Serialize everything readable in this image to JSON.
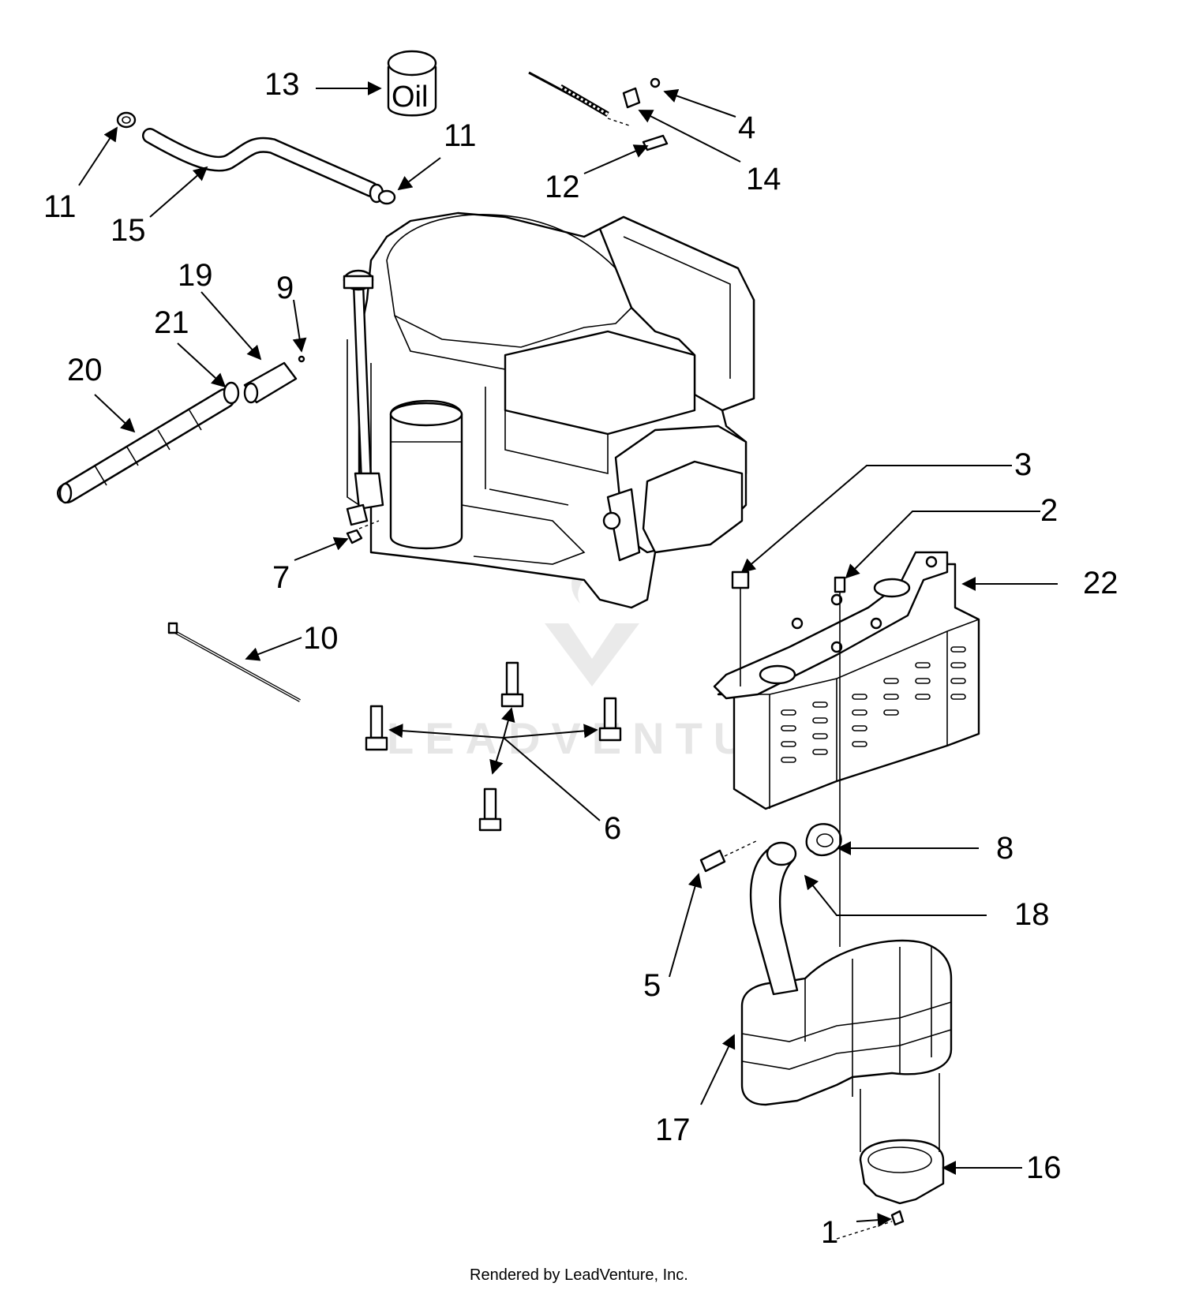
{
  "callouts": [
    {
      "id": "1",
      "label": "1"
    },
    {
      "id": "2",
      "label": "2"
    },
    {
      "id": "3",
      "label": "3"
    },
    {
      "id": "4",
      "label": "4"
    },
    {
      "id": "5",
      "label": "5"
    },
    {
      "id": "6",
      "label": "6"
    },
    {
      "id": "7",
      "label": "7"
    },
    {
      "id": "8",
      "label": "8"
    },
    {
      "id": "9",
      "label": "9"
    },
    {
      "id": "10",
      "label": "10"
    },
    {
      "id": "11a",
      "label": "11"
    },
    {
      "id": "11b",
      "label": "11"
    },
    {
      "id": "12",
      "label": "12"
    },
    {
      "id": "13",
      "label": "13"
    },
    {
      "id": "14",
      "label": "14"
    },
    {
      "id": "15",
      "label": "15"
    },
    {
      "id": "16",
      "label": "16"
    },
    {
      "id": "17",
      "label": "17"
    },
    {
      "id": "18",
      "label": "18"
    },
    {
      "id": "19",
      "label": "19"
    },
    {
      "id": "20",
      "label": "20"
    },
    {
      "id": "21",
      "label": "21"
    },
    {
      "id": "22",
      "label": "22"
    }
  ],
  "oil_filter_label": "Oil",
  "watermark": "LEADVENTURE",
  "footer": "Rendered by LeadVenture, Inc."
}
